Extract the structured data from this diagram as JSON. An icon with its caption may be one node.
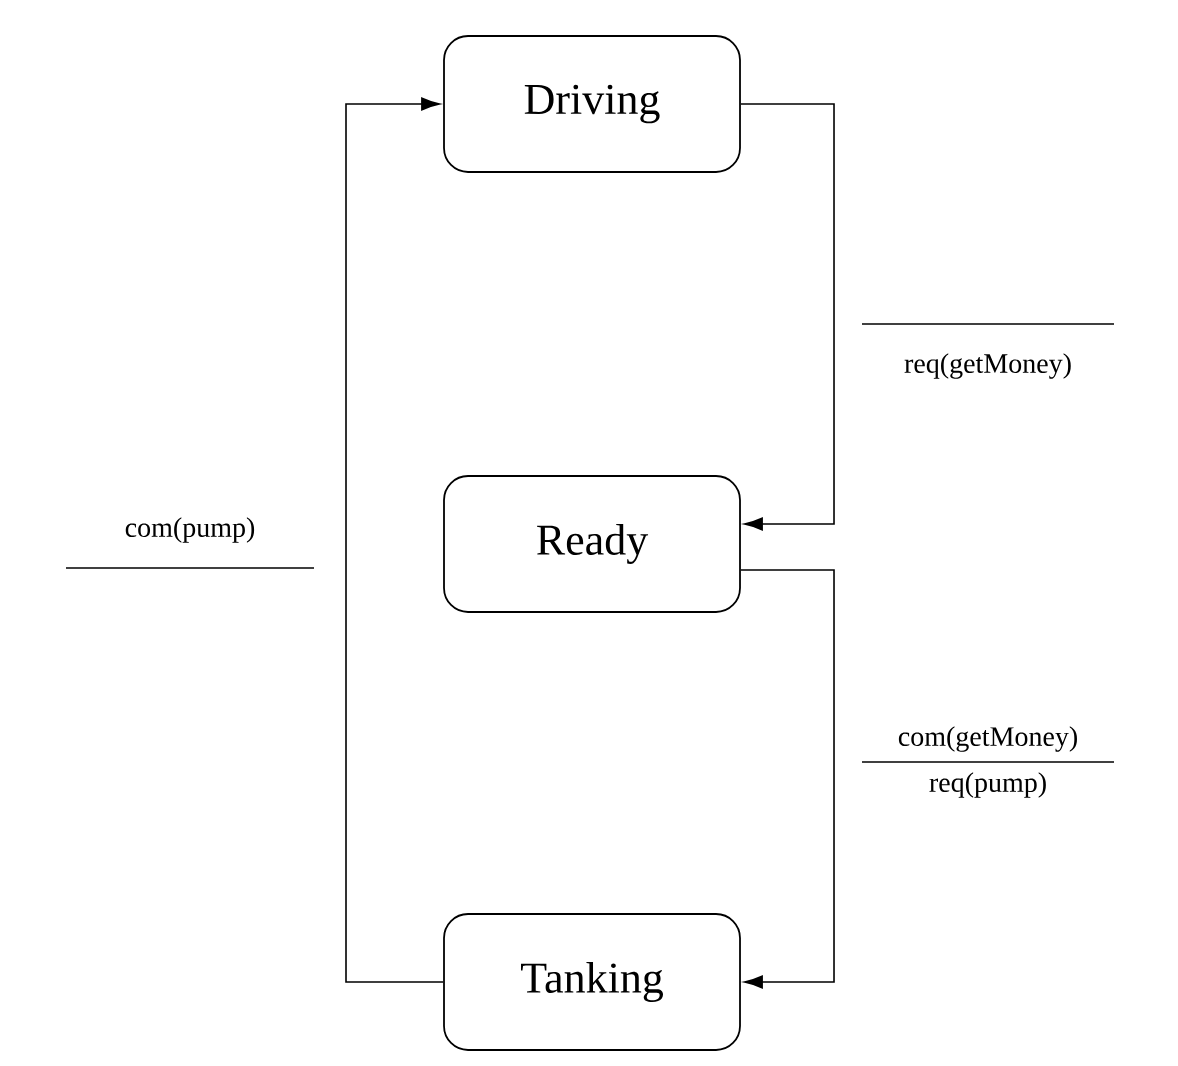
{
  "diagram": {
    "nodes": [
      {
        "text": [
          "Driving"
        ]
      },
      {
        "text": [
          "Ready"
        ]
      },
      {
        "text": [
          "Tanking"
        ]
      }
    ],
    "edges": [
      {
        "from": 0,
        "to": 1,
        "arrow": "to",
        "label": "req(getMoney)"
      },
      {
        "from": 1,
        "to": 2,
        "arrow": "to",
        "label": "com(getMoney) req(pump)"
      },
      {
        "from": 2,
        "to": 0,
        "arrow": "to",
        "label": "com(pump)"
      }
    ]
  }
}
